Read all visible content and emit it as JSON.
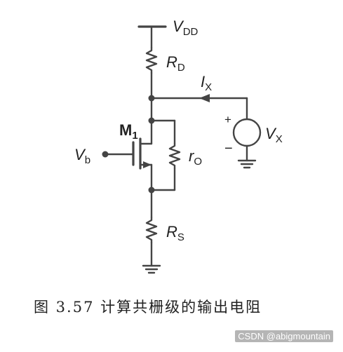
{
  "labels": {
    "vdd_main": "V",
    "vdd_sub": "DD",
    "rd_main": "R",
    "rd_sub": "D",
    "ix_main": "I",
    "ix_sub": "X",
    "m1_main": "M",
    "m1_sub": "1",
    "vb_main": "V",
    "vb_sub": "b",
    "ro_main": "r",
    "ro_sub": "O",
    "vx_main": "V",
    "vx_sub": "X",
    "plus": "+",
    "minus": "−",
    "rs_main": "R",
    "rs_sub": "S"
  },
  "caption": "图 3.57  计算共栅级的输出电阻",
  "watermark": "CSDN @abigmountain"
}
